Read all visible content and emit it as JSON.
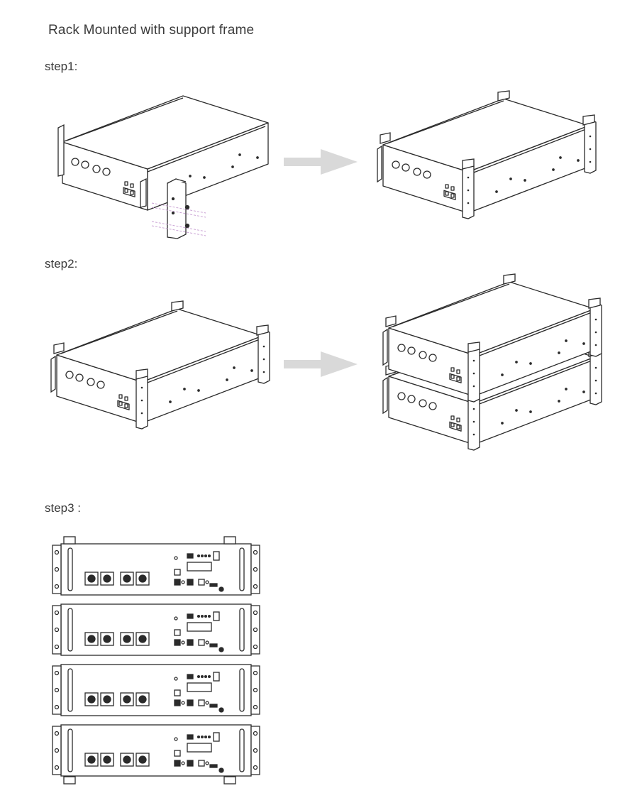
{
  "title": "Rack Mounted with support frame",
  "steps": [
    {
      "label": "step1:"
    },
    {
      "label": "step2:"
    },
    {
      "label": "step3 :"
    }
  ],
  "colors": {
    "line": "#2b2b2b",
    "arrow": "#d9d9d9",
    "dash": "#c69bd1"
  }
}
